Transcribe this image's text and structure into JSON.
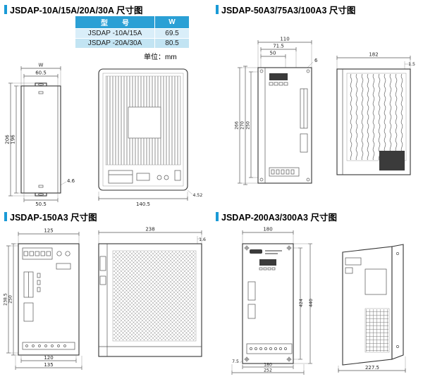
{
  "page": {
    "unit_note": "单位：mm"
  },
  "sections": {
    "s1": {
      "title": "JSDAP-10A/15A/20A/30A 尺寸图",
      "table": {
        "col_model": "型　　号",
        "col_w": "W",
        "rows": [
          {
            "model": "JSDAP -10A/15A",
            "w": "69.5"
          },
          {
            "model": "JSDAP -20A/30A",
            "w": "80.5"
          }
        ]
      },
      "dims": {
        "W": "W",
        "d60_5": "60.5",
        "d206": "206",
        "d196": "196",
        "d50_5": "50.5",
        "d4_6": "4.6",
        "d140_5": "140.5",
        "d4_52": "4.52"
      }
    },
    "s2": {
      "title": "JSDAP-50A3/75A3/100A3 尺寸图",
      "dims": {
        "d110": "110",
        "d71_5": "71.5",
        "d50": "50",
        "d6": "6",
        "d266": "266",
        "d270": "270",
        "d250": "250",
        "d182": "182",
        "d1_5": "1.5"
      }
    },
    "s3": {
      "title": "JSDAP-150A3 尺寸图",
      "dims": {
        "d125": "125",
        "d238_5": "238.5",
        "d250": "250",
        "d120": "120",
        "d135": "135",
        "d238": "238",
        "d1_6": "1.6"
      }
    },
    "s4": {
      "title": "JSDAP-200A3/300A3 尺寸图",
      "dims": {
        "d180_top": "180",
        "d424": "424",
        "d440": "440",
        "d180_bottom": "180",
        "d252": "252",
        "d7_5": "7.5",
        "d227_5": "227.5"
      }
    }
  }
}
